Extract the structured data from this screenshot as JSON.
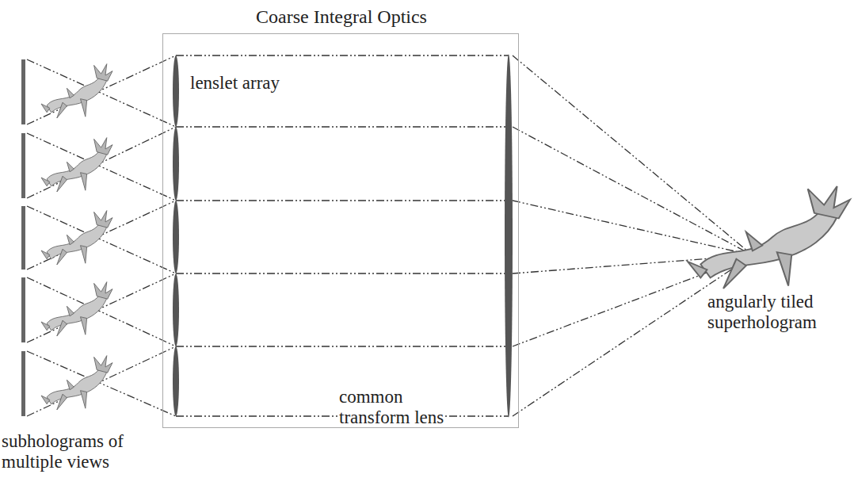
{
  "diagram": {
    "nodes": [
      {
        "text": [
          "Coarse Integral Optics"
        ]
      }
    ],
    "labels": [
      "lenslet array",
      "common transform lens",
      "subholograms of multiple views",
      "angularly tiled superhologram"
    ]
  }
}
